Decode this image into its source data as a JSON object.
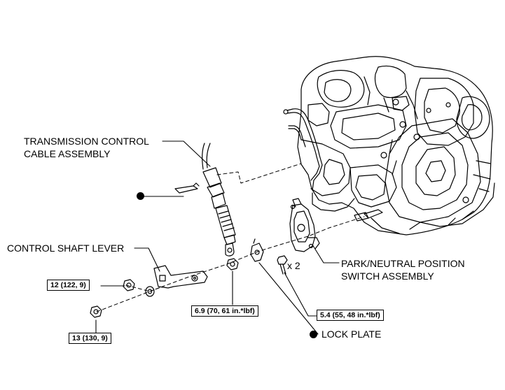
{
  "labels": {
    "transmission_cable_line1": "TRANSMISSION CONTROL",
    "transmission_cable_line2": "CABLE ASSEMBLY",
    "control_shaft_lever": "CONTROL SHAFT LEVER",
    "park_neutral_line1": "PARK/NEUTRAL POSITION",
    "park_neutral_line2": "SWITCH ASSEMBLY",
    "bolt_count": "x 2",
    "lock_plate": "LOCK PLATE"
  },
  "torque_specs": {
    "nut_12": "12 (122, 9)",
    "nut_13": "13 (130, 9)",
    "nut_6_9": "6.9 (70, 61 in.*lbf)",
    "bolt_5_4": "5.4 (55, 48 in.*lbf)"
  },
  "colors": {
    "line": "#000000",
    "background": "#ffffff"
  },
  "icons": {
    "non_reusable_part": "filled-circle-icon"
  }
}
